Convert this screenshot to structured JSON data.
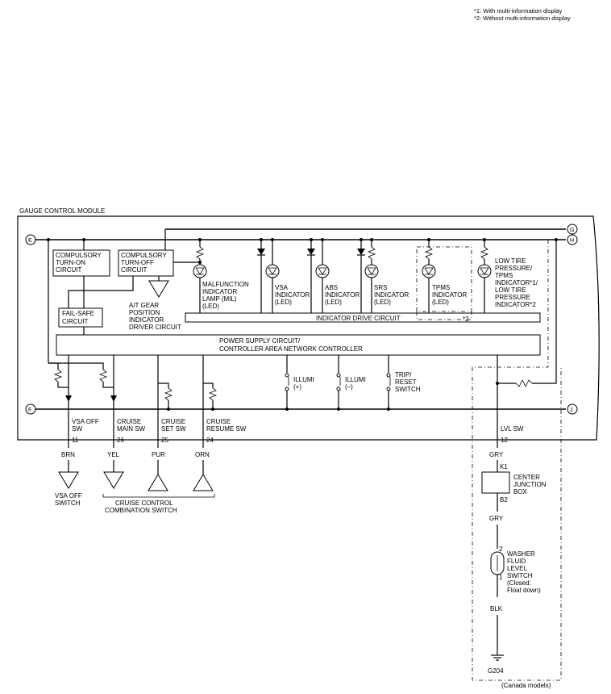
{
  "footnotes": {
    "n1": "*1: With multi-information display",
    "n2": "*2: Without multi-information display"
  },
  "module_title": "GAUGE CONTROL MODULE",
  "connectors": {
    "e": "E",
    "f": "F",
    "g": "G",
    "h": "H",
    "j": "J"
  },
  "blocks": {
    "turn_on": [
      "COMPULSORY",
      "TURN-ON",
      "CIRCUIT"
    ],
    "turn_off": [
      "COMPULSORY",
      "TURN-OFF",
      "CIRCUIT"
    ],
    "fail_safe": [
      "FAIL-SAFE",
      "CIRCUIT"
    ],
    "indicator_drive": "INDICATOR DRIVE CIRCUIT",
    "indicator_drive_note": "*2",
    "power_supply": [
      "POWER SUPPLY CIRCUIT/",
      "CONTROLLER AREA NETWORK CONTROLLER"
    ]
  },
  "labels": {
    "at_gear": [
      "A/T GEAR",
      "POSITION",
      "INDICATOR",
      "DRIVER CIRCUIT"
    ],
    "mil": [
      "MALFUNCTION",
      "INDICATOR",
      "LAMP (MIL)",
      "(LED)"
    ],
    "vsa": [
      "VSA",
      "INDICATOR",
      "(LED)"
    ],
    "abs": [
      "ABS",
      "INDICATOR",
      "(LED)"
    ],
    "srs": [
      "SRS",
      "INDICATOR",
      "(LED)"
    ],
    "tpms": [
      "TPMS",
      "INDICATOR",
      "(LED)"
    ],
    "low_tire": [
      "LOW TIRE",
      "PRESSURE/",
      "TPMS",
      "INDICATOR*1/",
      "LOW TIRE",
      "PRESSURE",
      "INDICATOR*2"
    ],
    "illumi_pos": [
      "ILLUMI",
      "(+)"
    ],
    "illumi_neg": [
      "ILLUMI",
      "(–)"
    ],
    "trip_reset": [
      "TRIP/",
      "RESET",
      "SWITCH"
    ]
  },
  "pins": [
    {
      "name": [
        "VSA OFF",
        "SW"
      ],
      "pin": "11",
      "wire": "BRN"
    },
    {
      "name": [
        "CRUISE",
        "MAIN SW"
      ],
      "pin": "26",
      "wire": "YEL"
    },
    {
      "name": [
        "CRUISE",
        "SET SW"
      ],
      "pin": "25",
      "wire": "PUR"
    },
    {
      "name": [
        "CRUISE",
        "RESUME SW"
      ],
      "pin": "24",
      "wire": "ORN"
    },
    {
      "name": [
        "LVL SW"
      ],
      "pin": "12",
      "wire": "GRY"
    }
  ],
  "external": {
    "vsa_off_switch": [
      "VSA OFF",
      "SWITCH"
    ],
    "cruise_switch": [
      "CRUISE CONTROL",
      "COMBINATION SWITCH"
    ],
    "k1": "K1",
    "b2": "B2",
    "center_box": [
      "CENTER",
      "JUNCTION",
      "BOX"
    ],
    "gry2": "GRY",
    "pin2": "2",
    "pin1": "1",
    "washer": [
      "WASHER",
      "FLUID",
      "LEVEL",
      "SWITCH",
      "(Closed:",
      "Float down)"
    ],
    "blk": "BLK",
    "ground": "G204",
    "canada": "(Canada models)"
  }
}
